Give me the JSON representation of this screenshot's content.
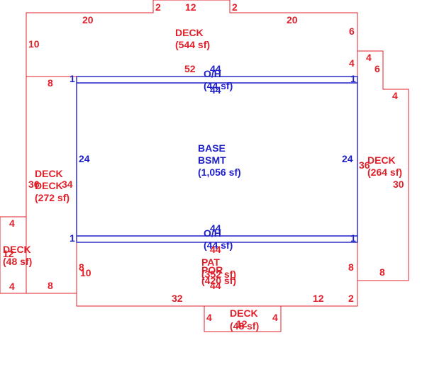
{
  "areas": {
    "deck_top": {
      "name": "DECK",
      "area": "(544 sf)"
    },
    "base_bsmt": {
      "name1": "BASE",
      "name2": "BSMT",
      "area": "(1,056 sf)"
    },
    "deck_right": {
      "name": "DECK",
      "area": "(264 sf)"
    },
    "deck_left_a": {
      "name": "DECK"
    },
    "deck_left_b": {
      "name": "DECK",
      "area": "(272 sf)"
    },
    "deck_far_left": {
      "name": "DECK",
      "area": "(48 sf)"
    },
    "oh_top": {
      "name": "O/H",
      "area": "(44 sf)"
    },
    "oh_bottom": {
      "name": "O/H",
      "area": "(44 sf)"
    },
    "pat_por": {
      "name1": "PAT",
      "name2": "POR",
      "area1": "(352 sf)",
      "area2": "(420 sf)"
    },
    "deck_bottom": {
      "name": "DECK",
      "area": "(48 sf)"
    }
  },
  "dimensions": {
    "top_2_left": "2",
    "top_12": "12",
    "top_2_right": "2",
    "top_20_left": "20",
    "top_20_right": "20",
    "left_10": "10",
    "right_6": "6",
    "right_4": "4",
    "deck_right_4_top": "4",
    "deck_right_6": "6",
    "deck_right_4_side": "4",
    "deck_bottom_52": "52",
    "oh_top_44a": "44",
    "oh_top_44b": "44",
    "left_8_top": "8",
    "oh_left_1": "1",
    "oh_right_1": "1",
    "bsmt_left_24": "24",
    "bsmt_right_24": "24",
    "deck_left_36": "36",
    "deck_left_34": "34",
    "deck_right_36": "36",
    "deck_right_30": "30",
    "oh_bot_44a": "44",
    "oh_bot_44b": "44",
    "oh_bot_1_left": "1",
    "oh_bot_1_right": "1",
    "far_left_4_top": "4",
    "far_left_12": "12",
    "far_left_4_bottom": "4",
    "pat_8_left": "8",
    "pat_10": "10",
    "pat_8_right": "8",
    "deck_right_8": "8",
    "left_8_bottom": "8",
    "pat_44": "44",
    "bottom_32": "32",
    "bottom_12": "12",
    "bottom_2": "2",
    "deck_bot_4_left": "4",
    "deck_bot_12": "12",
    "deck_bot_4_right": "4"
  }
}
